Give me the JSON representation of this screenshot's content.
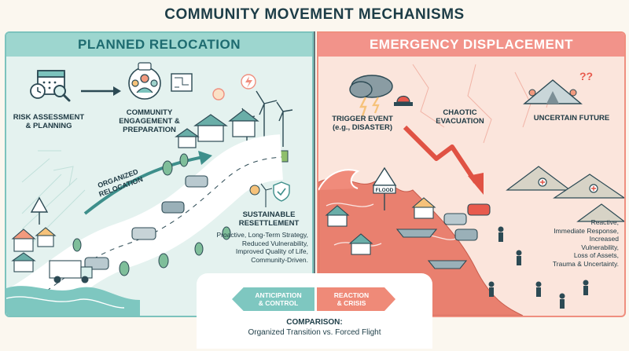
{
  "title": "COMMUNITY MOVEMENT MECHANISMS",
  "left_panel": {
    "banner": "PLANNED RELOCATION",
    "steps": [
      {
        "label": "RISK ASSESSMENT\n& PLANNING",
        "icon": "calendar-magnifier-icon"
      },
      {
        "label": "COMMUNITY\nENGAGEMENT &\nPREPARATION",
        "icon": "people-meeting-icon"
      }
    ],
    "road_label": "ORGANIZED\nRELOCATION",
    "outcome": {
      "label": "SUSTAINABLE\nRESETTLEMENT",
      "description": "Proactive, Long-Term Strategy,\nReduced Vulnerability,\nImproved Quality of Life,\nCommunity-Driven."
    },
    "colors": {
      "accent": "#7cc3bd",
      "banner_text": "#1e6b70"
    }
  },
  "right_panel": {
    "banner": "EMERGENCY DISPLACEMENT",
    "steps": [
      {
        "label": "TRIGGER EVENT\n(e.g., DISASTER)",
        "icon": "storm-cloud-icon"
      },
      {
        "label": "CHAOTIC\nEVACUATION",
        "icon": "zigzag-arrow-icon"
      },
      {
        "label": "UNCERTAIN FUTURE",
        "icon": "refugee-tent-icon"
      }
    ],
    "flood_sign": "FLOOD",
    "description": "Reactive,\nImmediate Response,\nIncreased\nVulnerability,\nLoss of Assets,\nTrauma & Uncertainty.",
    "colors": {
      "accent": "#ef8f7f",
      "banner_text": "#ffffff"
    }
  },
  "comparison": {
    "left_arrow": "ANTICIPATION\n& CONTROL",
    "right_arrow": "REACTION\n& CRISIS",
    "title": "COMPARISON:",
    "subtitle": "Organized Transition vs. Forced Flight"
  }
}
